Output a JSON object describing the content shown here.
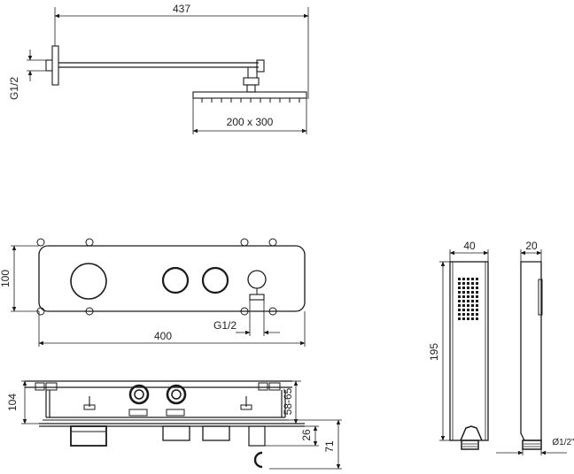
{
  "dimensions": {
    "arm_length": "437",
    "wall_thread": "G1/2",
    "head_size": "200 x 300",
    "panel_height": "100",
    "panel_width": "400",
    "panel_outlet_thread": "G1/2",
    "box_depth": "104",
    "trim_projection": "58-65",
    "offset_26": "26",
    "offset_71": "71",
    "hand_width": "40",
    "hand_length": "195",
    "hand_depth": "20",
    "hand_thread": "Ø1/2\""
  }
}
